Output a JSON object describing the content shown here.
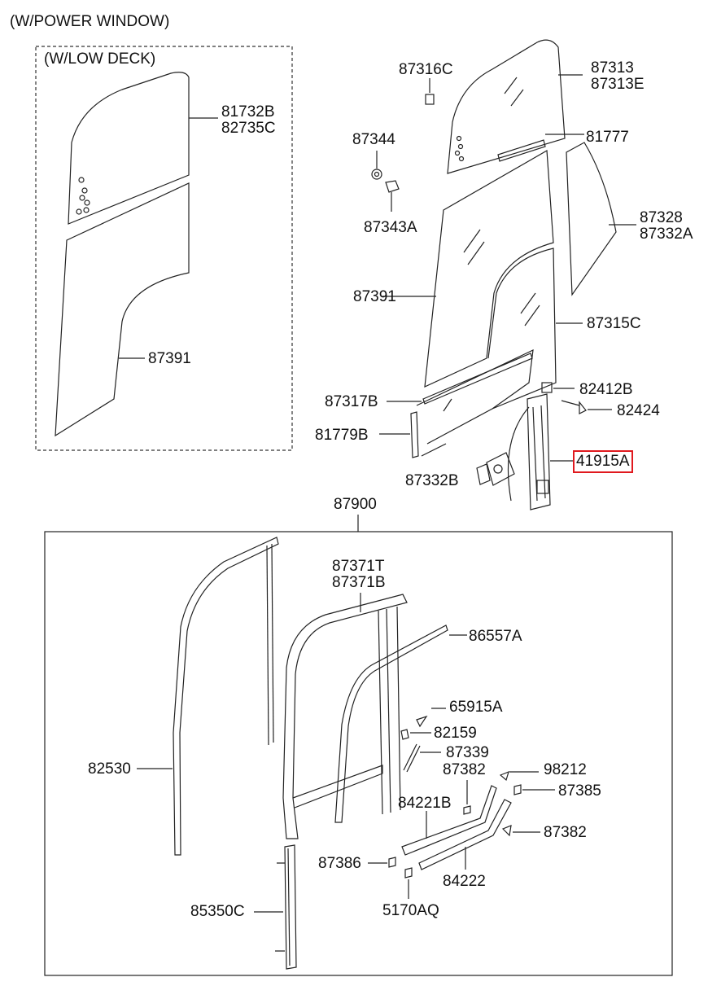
{
  "header": {
    "power_window": "(W/POWER WINDOW)",
    "low_deck": "(W/LOW DECK)"
  },
  "labels": {
    "p81732B": "81732B",
    "p82735C": "82735C",
    "p87391_left": "87391",
    "p87316C": "87316C",
    "p87313": "87313",
    "p87313E": "87313E",
    "p87344": "87344",
    "p81777": "81777",
    "p87343A": "87343A",
    "p87328": "87328",
    "p87332A": "87332A",
    "p87391_right": "87391",
    "p87315C": "87315C",
    "p82412B": "82412B",
    "p82424": "82424",
    "p87317B": "87317B",
    "p81779B": "81779B",
    "p41915A": "41915A",
    "p87332B": "87332B",
    "p87900": "87900",
    "p87371T": "87371T",
    "p87371B": "87371B",
    "p86557A": "86557A",
    "p65915A": "65915A",
    "p82159": "82159",
    "p87339": "87339",
    "p82530": "82530",
    "p87382_upper": "87382",
    "p98212": "98212",
    "p87385": "87385",
    "p84221B": "84221B",
    "p87382_lower": "87382",
    "p87386": "87386",
    "p84222": "84222",
    "p85350C": "85350C",
    "p5170AQ": "5170AQ"
  },
  "highlight_color": "#e0191e"
}
